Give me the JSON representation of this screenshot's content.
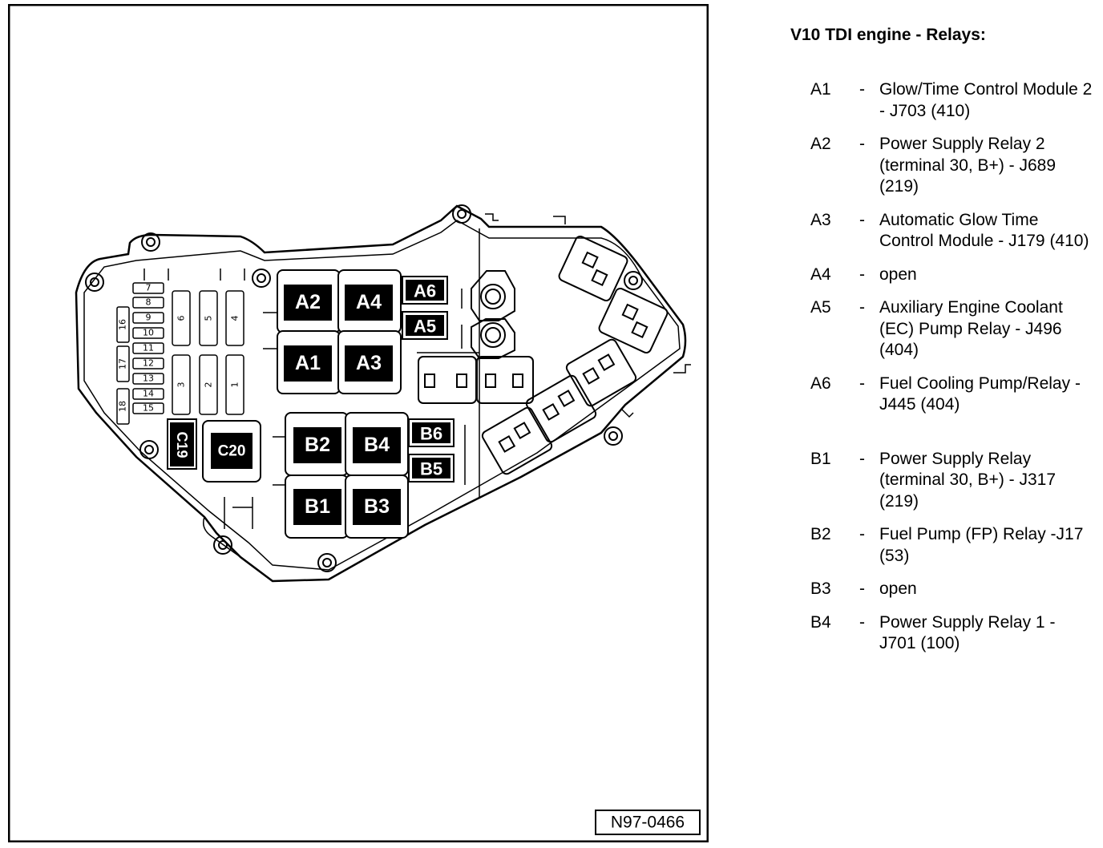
{
  "legend": {
    "title": "V10 TDI engine - Relays:",
    "entries": [
      {
        "code": "A1",
        "dash": "-",
        "desc": "Glow/Time Control Module 2 - J703 (410)"
      },
      {
        "code": "A2",
        "dash": "-",
        "desc": "Power Supply Relay 2 (terminal 30, B+) - J689 (219)"
      },
      {
        "code": "A3",
        "dash": "-",
        "desc": "Automatic Glow Time Control Module - J179 (410)"
      },
      {
        "code": "A4",
        "dash": "-",
        "desc": "open"
      },
      {
        "code": "A5",
        "dash": "-",
        "desc": "Auxiliary Engine Coolant (EC) Pump Relay - J496 (404)"
      },
      {
        "code": "A6",
        "dash": "-",
        "desc": "Fuel Cooling Pump/Relay - J445 (404)"
      },
      {
        "code": "B1",
        "dash": "-",
        "desc": "Power Supply Relay (terminal 30, B+) - J317 (219)"
      },
      {
        "code": "B2",
        "dash": "-",
        "desc": "Fuel Pump (FP) Relay -J17 (53)"
      },
      {
        "code": "B3",
        "dash": "-",
        "desc": "open"
      },
      {
        "code": "B4",
        "dash": "-",
        "desc": "Power Supply Relay 1 - J701 (100)"
      }
    ]
  },
  "diagram": {
    "figure_number": "N97-0466",
    "relays": {
      "A1": "A1",
      "A2": "A2",
      "A3": "A3",
      "A4": "A4",
      "A5": "A5",
      "A6": "A6",
      "B1": "B1",
      "B2": "B2",
      "B3": "B3",
      "B4": "B4",
      "B5": "B5",
      "B6": "B6",
      "C19": "C19",
      "C20": "C20"
    },
    "small_fuses": [
      "7",
      "8",
      "9",
      "10",
      "11",
      "12",
      "13",
      "14",
      "15"
    ],
    "side_fuses": [
      "16",
      "17",
      "18"
    ],
    "upper_fuses": [
      "6",
      "5",
      "4"
    ],
    "lower_fuses": [
      "3",
      "2",
      "1"
    ]
  }
}
